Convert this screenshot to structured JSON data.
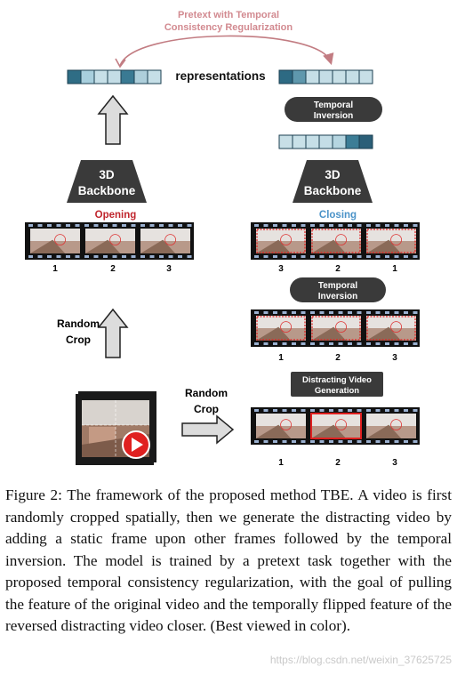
{
  "figure": {
    "pretext_line1": "Pretext with Temporal",
    "pretext_line2": "Consistency Regularization",
    "representations": "representations",
    "temporal_inversion_line1": "Temporal",
    "temporal_inversion_line2": "Inversion",
    "backbone_line1": "3D",
    "backbone_line2": "Backbone",
    "opening": "Opening",
    "closing": "Closing",
    "random_crop_line1": "Random",
    "random_crop_line2": "Crop",
    "distracting_line1": "Distracting Video",
    "distracting_line2": "Generation",
    "frame_nums_left": [
      "1",
      "2",
      "3"
    ],
    "frame_nums_closing": [
      "3",
      "2",
      "1"
    ],
    "frame_nums_middle": [
      "1",
      "2",
      "3"
    ],
    "frame_nums_bottom": [
      "1",
      "2",
      "3"
    ],
    "colors": {
      "left_vector": [
        "#2f6d85",
        "#a8cfdd",
        "#c7e0e8",
        "#c4dde6",
        "#3a7a93",
        "#aecfdb",
        "#c6dfe7"
      ],
      "right_vector_top": [
        "#2d6a83",
        "#5f98ad",
        "#c6dfe7",
        "#c4dde6",
        "#c8e0e7",
        "#c5dee6",
        "#c7dfe7"
      ],
      "right_vector_mid": [
        "#c8dfe6",
        "#c9e1e8",
        "#c6dfe7",
        "#c4dde6",
        "#b5d5e0",
        "#3c7d96",
        "#2b5f78"
      ],
      "opening_red": "#c0262d",
      "closing_blue": "#4b93c8",
      "dashed_red": "#e02020",
      "arrow_pink": "#c27c82"
    }
  },
  "caption": {
    "text": "Figure 2: The framework of the proposed method TBE. A video is first randomly cropped spatially, then we generate the distracting video by adding a static frame upon other frames followed by the temporal inversion. The model is trained by a pretext task together with the proposed temporal consistency regularization, with the goal of pulling the feature of the original video and the temporally flipped feature of the reversed distracting video closer. (Best viewed in color)."
  },
  "watermark": "https://blog.csdn.net/weixin_37625725"
}
